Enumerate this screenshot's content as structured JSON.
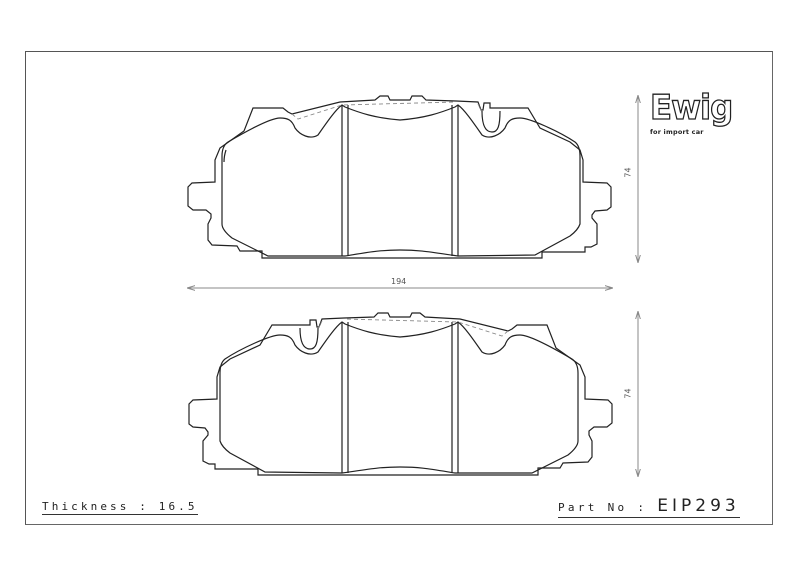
{
  "logo": {
    "brand": "Ewig",
    "tagline": "for import car"
  },
  "dimensions": {
    "width_label": "194",
    "height_top_label": "74",
    "height_bottom_label": "74"
  },
  "footer": {
    "thickness_label": "Thickness",
    "thickness_sep": ":",
    "thickness_value": "16.5",
    "part_label": "Part No",
    "part_sep": ":",
    "part_value": "EIP293"
  },
  "colors": {
    "line": "#222222",
    "dimension": "#888888",
    "frame": "#555555"
  }
}
